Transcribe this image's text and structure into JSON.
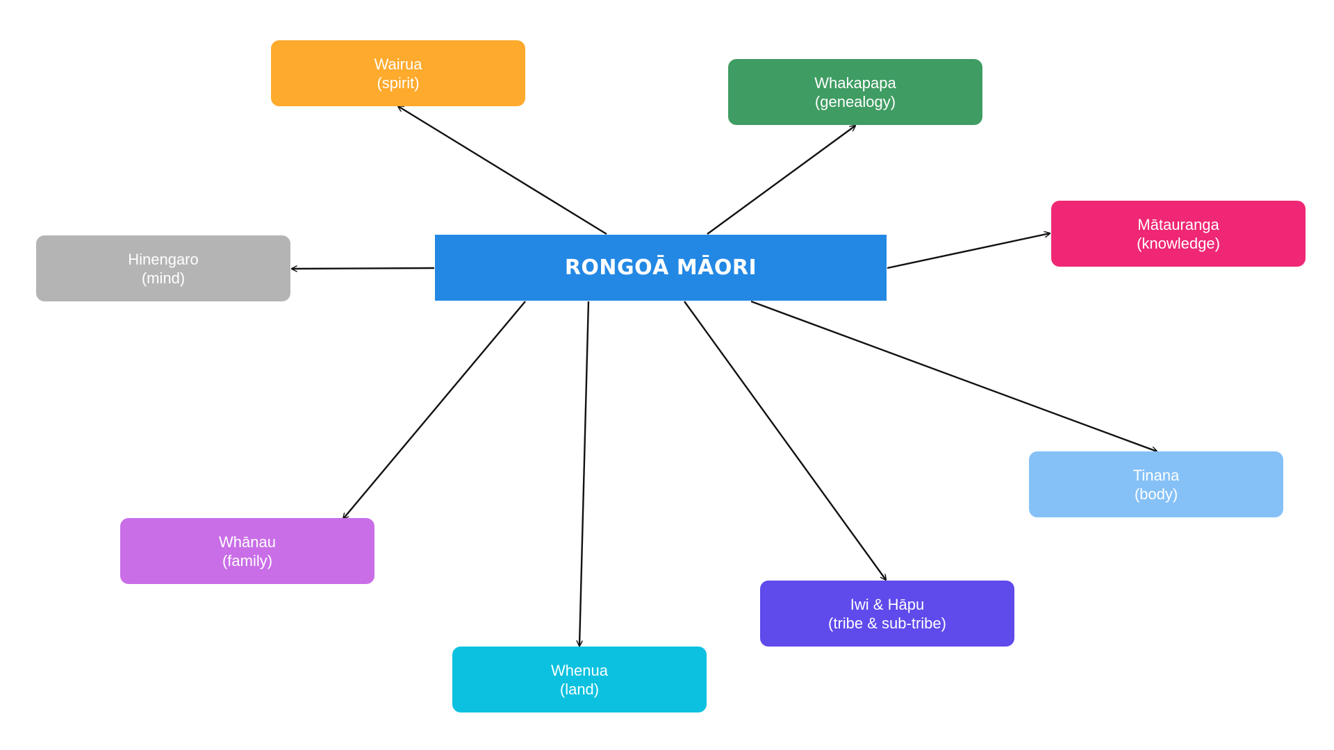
{
  "center": {
    "label": "RONGOĀ MĀORI",
    "color": "#2388E4"
  },
  "nodes": {
    "wairua": {
      "name": "Wairua",
      "meaning": "(spirit)",
      "color": "#FEAA2D"
    },
    "whakapapa": {
      "name": "Whakapapa",
      "meaning": "(genealogy)",
      "color": "#3F9C62"
    },
    "matauranga": {
      "name": "Mātauranga",
      "meaning": "(knowledge)",
      "color": "#EF2774"
    },
    "hinengaro": {
      "name": "Hinengaro",
      "meaning": "(mind)",
      "color": "#B4B4B4"
    },
    "tinana": {
      "name": "Tinana",
      "meaning": "(body)",
      "color": "#85C1F7"
    },
    "whanau": {
      "name": "Whānau",
      "meaning": "(family)",
      "color": "#C96EE7"
    },
    "iwi": {
      "name": "Iwi & Hāpu",
      "meaning": "(tribe & sub-tribe)",
      "color": "#5F4AEB"
    },
    "whenua": {
      "name": "Whenua",
      "meaning": "(land)",
      "color": "#0BC1DF"
    }
  },
  "connector_color": "#111111"
}
